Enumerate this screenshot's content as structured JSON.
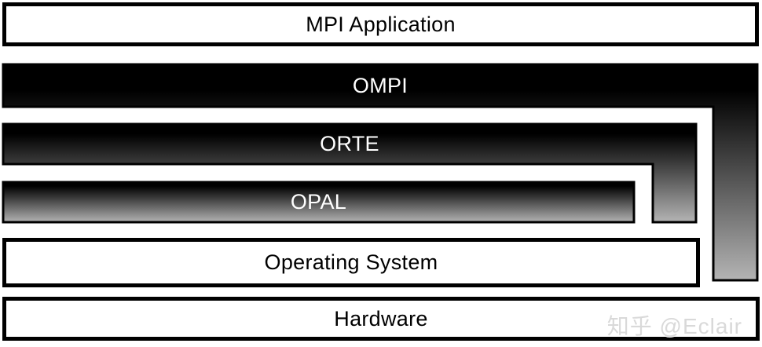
{
  "diagram": {
    "layers": [
      {
        "id": "mpi-application",
        "label": "MPI Application",
        "style": "white-outlined-box"
      },
      {
        "id": "ompi",
        "label": "OMPI",
        "style": "gradient-l-shape"
      },
      {
        "id": "orte",
        "label": "ORTE",
        "style": "gradient-l-shape"
      },
      {
        "id": "opal",
        "label": "OPAL",
        "style": "gradient-bar"
      },
      {
        "id": "operating-system",
        "label": "Operating System",
        "style": "white-outlined-box"
      },
      {
        "id": "hardware",
        "label": "Hardware",
        "style": "white-outlined-box"
      }
    ],
    "colors": {
      "gradient_start": "#000000",
      "gradient_end": "#b4b4b4",
      "outline": "#000000",
      "box_fill": "#ffffff",
      "label_on_gradient": "#ffffff",
      "label_on_white": "#000000"
    },
    "watermark": {
      "text": "知乎 @Eclair",
      "color": "#d9d9d9"
    }
  }
}
